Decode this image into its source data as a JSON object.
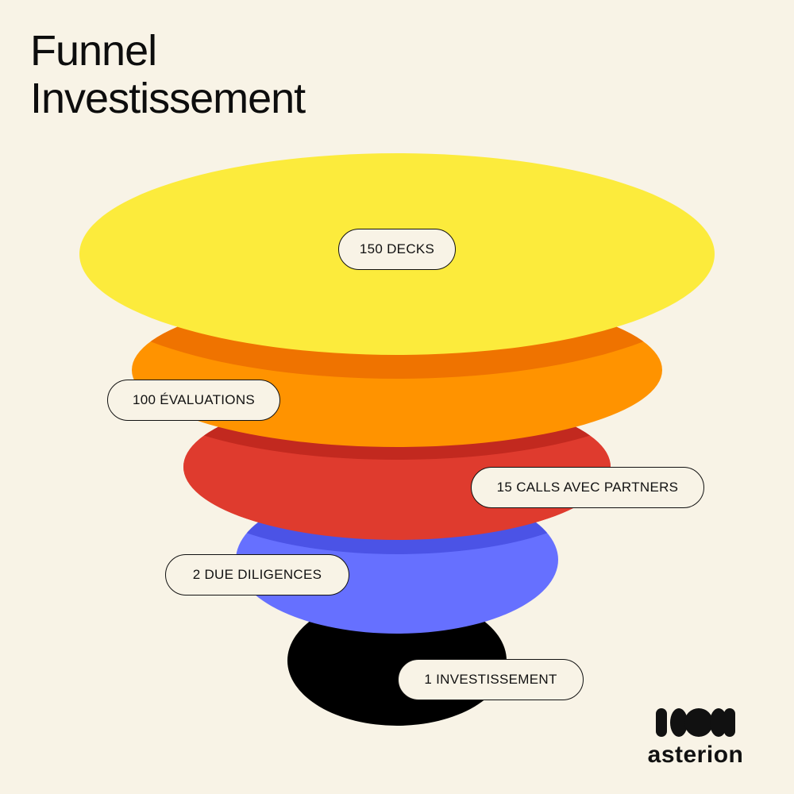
{
  "title": {
    "line1": "Funnel",
    "line2": "Investissement"
  },
  "stages": [
    {
      "label": "150 DECKS",
      "color": "#FCEB3C"
    },
    {
      "label": "100 ÉVALUATIONS",
      "color": "#FF9300"
    },
    {
      "label": "15 CALLS AVEC PARTNERS",
      "color": "#DF3B2E"
    },
    {
      "label": "2 DUE DILIGENCES",
      "color": "#6670FF"
    },
    {
      "label": "1 INVESTISSEMENT",
      "color": "#000000"
    }
  ],
  "logo": {
    "text": "asterion"
  }
}
